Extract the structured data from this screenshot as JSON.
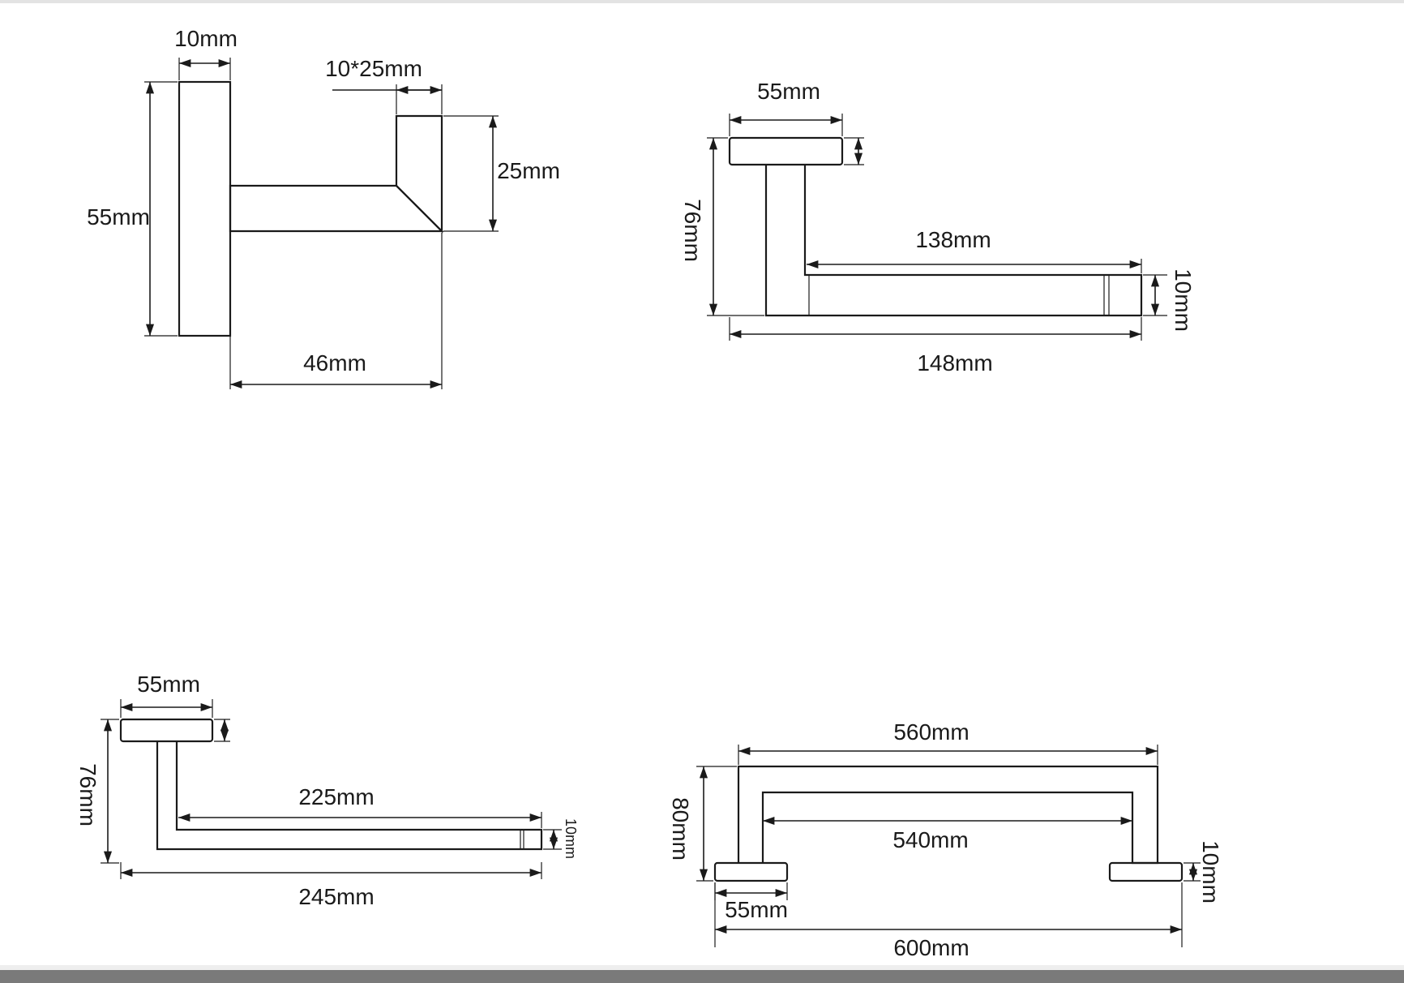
{
  "hook": {
    "width_label": "10mm",
    "slot_label": "10*25mm",
    "height_label": "55mm",
    "depth_label": "25mm",
    "length_label": "46mm"
  },
  "paper_holder": {
    "base_label": "55mm",
    "height_label": "76mm",
    "arm_label": "138mm",
    "total_label": "148mm",
    "thickness_label": "10mm"
  },
  "towel_holder": {
    "base_label": "55mm",
    "height_label": "76mm",
    "arm_label": "225mm",
    "total_label": "245mm",
    "thickness_label": "10mm"
  },
  "towel_bar": {
    "outer_label": "560mm",
    "inner_label": "540mm",
    "height_label": "80mm",
    "base_label": "55mm",
    "total_label": "600mm",
    "thickness_label": "10mm"
  }
}
